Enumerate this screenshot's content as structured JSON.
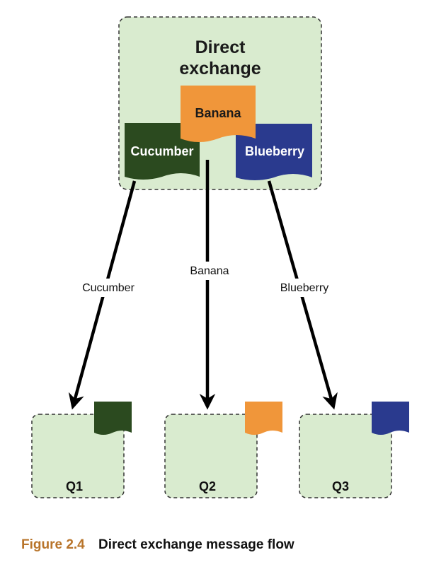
{
  "exchange": {
    "title_line1": "Direct",
    "title_line2": "exchange"
  },
  "messages": [
    {
      "label": "Cucumber",
      "color": "#2b4a1f"
    },
    {
      "label": "Banana",
      "color": "#f0963a"
    },
    {
      "label": "Blueberry",
      "color": "#2a3a8e"
    }
  ],
  "routes": [
    {
      "label": "Cucumber"
    },
    {
      "label": "Banana"
    },
    {
      "label": "Blueberry"
    }
  ],
  "queues": [
    {
      "label": "Q1",
      "message_color": "#2b4a1f"
    },
    {
      "label": "Q2",
      "message_color": "#f0963a"
    },
    {
      "label": "Q3",
      "message_color": "#2a3a8e"
    }
  ],
  "colors": {
    "box_fill": "#d9ebcf",
    "box_border": "#333333",
    "arrow": "#000000",
    "figure_number": "#b8742a"
  },
  "caption": {
    "number": "Figure 2.4",
    "title": "Direct exchange message flow"
  }
}
